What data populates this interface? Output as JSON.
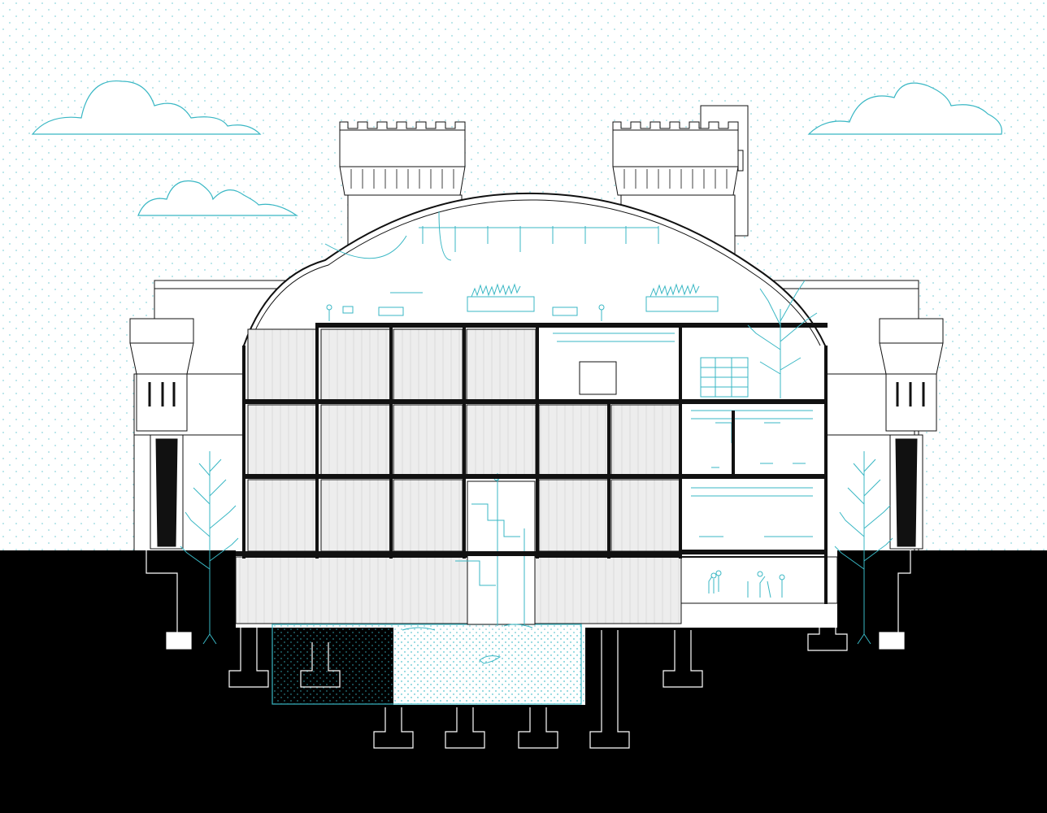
{
  "drawing": {
    "kind": "architectural cross-section",
    "colors": {
      "ground": "#000000",
      "ink": "#111111",
      "accent": "#39b7c4",
      "glass": "#ededed",
      "sky_dots": "#8fd6dc",
      "paper": "#ffffff"
    },
    "elements": {
      "clouds": 3,
      "castle_towers": 2,
      "corner_turrets": 2,
      "vault_roof": 1,
      "floor_levels": 4,
      "glazed_bays": 15,
      "trees_outside": 2,
      "trees_inside": 1,
      "foundation_footings": 10,
      "pool": 1
    }
  }
}
